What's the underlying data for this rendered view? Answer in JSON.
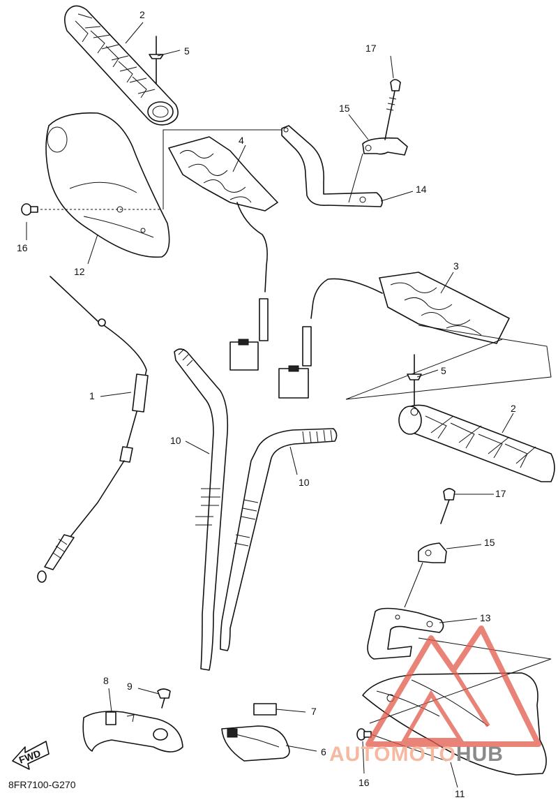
{
  "diagram": {
    "callouts": [
      "1",
      "2",
      "3",
      "4",
      "5",
      "6",
      "7",
      "8",
      "9",
      "10",
      "11",
      "12",
      "13",
      "14",
      "15",
      "16",
      "17"
    ],
    "fwd_label": "FWD",
    "drawing_code": "8FR7100-G270"
  },
  "watermark": {
    "part_a": "AUTOMOTO",
    "part_b": "HUB",
    "colors": {
      "logo": "#e35a4a",
      "text_a": "#f5b8a0",
      "text_b": "#8a8a8a"
    }
  }
}
